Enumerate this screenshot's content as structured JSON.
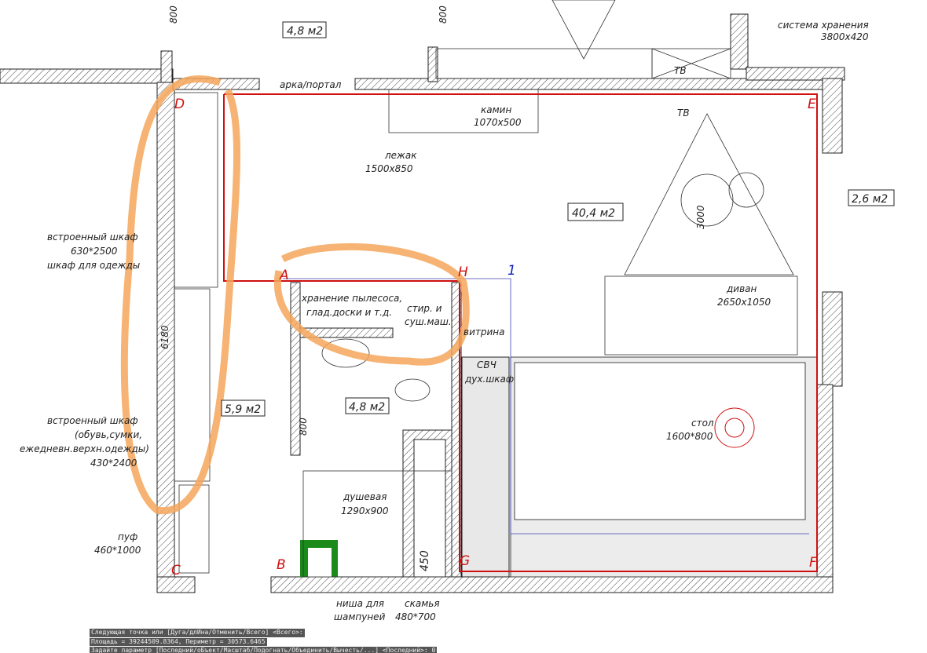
{
  "plan": {
    "top_door_dim_left": "800",
    "top_area": "4,8 м2",
    "top_door_dim_right": "800",
    "arch_label": "арка/портал",
    "storage_label": "система хранения",
    "storage_size": "3800x420",
    "tv_top": "ТВ",
    "tv_main": "ТВ",
    "fireplace_label": "камин",
    "fireplace_size": "1070x500",
    "lounger_label": "лежак",
    "lounger_size": "1500x850",
    "living_area": "40,4 м2",
    "view_dim": "3000",
    "balcony_area": "2,6 м2",
    "sofa_label": "диван",
    "sofa_size": "2650x1050",
    "wardrobe1_label": "встроенный шкаф",
    "wardrobe1_size": "630*2500",
    "wardrobe1_note": "шкаф для одежды",
    "hall_length": "6180",
    "wardrobe2_label": "встроенный шкаф",
    "wardrobe2_note1": "(обувь,сумки,",
    "wardrobe2_note2": "ежедневн.верхн.одежды)",
    "wardrobe2_size": "430*2400",
    "hall_area": "5,9 м2",
    "pouf_label": "пуф",
    "pouf_size": "460*1000",
    "storage2_line1": "хранение пылесоса,",
    "storage2_line2": "глад.доски и т.д.",
    "washer_line1": "стир. и",
    "washer_line2": "суш.маш.",
    "showcase_label": "витрина",
    "microwave_label": "СВЧ",
    "oven_label": "дух.шкаф",
    "bath_area": "4,8 м2",
    "bath_door_dim": "800",
    "table_label": "стол",
    "table_size": "1600*800",
    "shower_label": "душевая",
    "shower_size": "1290x900",
    "niche_dim": "450",
    "niche_label1": "ниша для",
    "niche_label2": "шампуней",
    "bench_label": "скамья",
    "bench_size": "480*700",
    "axes": {
      "D": "D",
      "E": "E",
      "A": "A",
      "H": "H",
      "one": "1",
      "G": "G",
      "F": "F",
      "C": "C",
      "B": "B"
    }
  },
  "command_line": [
    "Следующая точка или [Дуга/длИна/Отменить/Всего] <Всего>:",
    "Площадь = 39244509.8364, Периметр = 30573.6465",
    "Задайте параметр [Последний/оБъект/Масштаб/Подогнать/Объединить/Вычесть/...] <Последний>: 0"
  ],
  "colors": {
    "axis": "#d01010",
    "highlight": "#f5a65b",
    "wall_outline": "#222222"
  }
}
